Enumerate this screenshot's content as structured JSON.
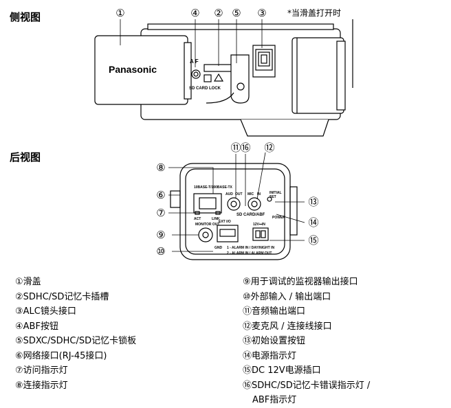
{
  "side_view": {
    "title": "侧视图",
    "note": "*当滑盖打开时",
    "brand": "Panasonic",
    "af_mark": "A F",
    "sd_label": "SD CARD LOCK"
  },
  "rear_view": {
    "title": "后视图",
    "labels": {
      "net": "10BASE-T/100BASE-TX",
      "act": "ACT",
      "link": "LINK",
      "aud": "AUD",
      "out": "OUT",
      "mic": "MIC",
      "in": "IN",
      "initial": "INITIAL",
      "set": "SET",
      "sd_abf": "SD CARD/ABF",
      "power": "POWER",
      "monitor_out": "MONITOR OUT",
      "ext": "EXT I/O",
      "dc": "12V⎓IN",
      "gnd": "GND",
      "alarm": "1 - ALARM IN / DAY/NIGHT IN",
      "alarm2": "2 - ALARM IN / ALARM OUT"
    }
  },
  "callouts": {
    "side": [
      "①",
      "④",
      "②",
      "⑤",
      "③"
    ],
    "rear": [
      "⑪",
      "⑯",
      "⑫",
      "⑧",
      "⑥",
      "⑦",
      "⑨",
      "⑩",
      "⑬",
      "⑭",
      "⑮"
    ]
  },
  "legend_left": [
    "①滑盖",
    "②SDHC/SD记忆卡插槽",
    "③ALC镜头接口",
    "④ABF按钮",
    "⑤SDXC/SDHC/SD记忆卡锁板",
    "⑥网络接口(RJ-45接口)",
    "⑦访问指示灯",
    "⑧连接指示灯"
  ],
  "legend_right": [
    "⑨用于调试的监视器输出接口",
    "⑩外部输入 / 输出端口",
    "⑪音频输出端口",
    "⑫麦克风 / 连接线接口",
    "⑬初始设置按钮",
    "⑭电源指示灯",
    "⑮DC 12V电源插口",
    "⑯SDHC/SD记忆卡错误指示灯 /",
    "ABF指示灯"
  ]
}
